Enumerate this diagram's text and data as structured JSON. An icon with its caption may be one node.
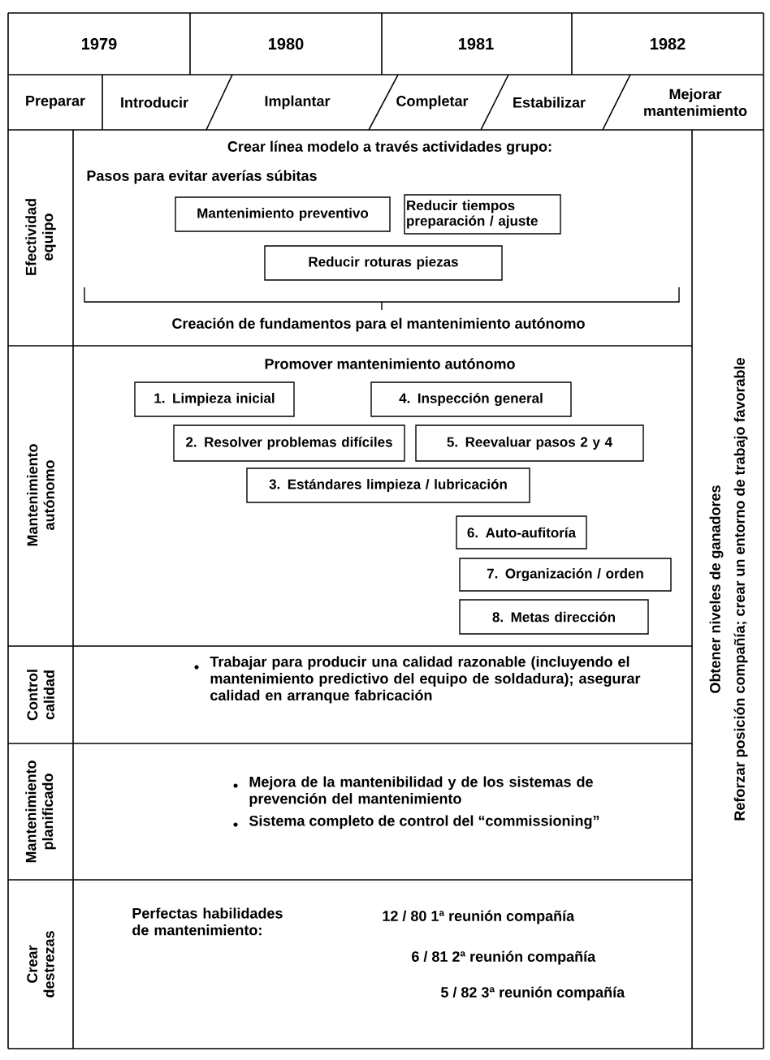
{
  "diagram": {
    "nodes": [
      {
        "text": [
          "Mantenimiento preventivo"
        ]
      },
      {
        "text": [
          "Reducir tiempos preparación / ajuste"
        ]
      },
      {
        "text": [
          "Reducir roturas piezas"
        ]
      },
      {
        "text": [
          "1. Limpieza inicial"
        ]
      },
      {
        "text": [
          "4. Inspección general"
        ]
      },
      {
        "text": [
          "2. Resolver problemas difíciles"
        ]
      },
      {
        "text": [
          "5. Reevaluar pasos 2 y 4"
        ]
      },
      {
        "text": [
          "3. Estándares limpieza / lubricación"
        ]
      },
      {
        "text": [
          "6. Auto-aufitoría"
        ]
      },
      {
        "text": [
          "7. Organización / orden"
        ]
      },
      {
        "text": [
          "8. Metas dirección"
        ]
      }
    ],
    "labels": [
      "1979",
      "1980",
      "1981",
      "1982",
      "Preparar",
      "Introducir",
      "Implantar",
      "Completar",
      "Estabilizar",
      "Mejorar mantenimiento",
      "Efectividad equipo",
      "Crear línea modelo a través actividades grupo:",
      "Pasos para evitar averías súbitas",
      "Creación de fundamentos para el mantenimiento autónomo",
      "Mantenimiento autónomo",
      "Promover mantenimiento autónomo",
      "Control calidad",
      "Trabajar para producir una calidad razonable (incluyendo el mantenimiento predictivo del equipo de soldadura); asegurar calidad en arranque fabricación",
      "Mantenimiento planificado",
      "Mejora de la mantenibilidad y de los sistemas de prevención del mantenimiento",
      "Sistema completo de control del “commissioning”",
      "Crear destrezas",
      "Perfectas habilidades de mantenimiento:",
      "12 / 80 1ª reunión compañía",
      "6 / 81 2ª reunión compañía",
      "5 / 82 3ª reunión compañía",
      "Obtener niveles de ganadores",
      "Reforzar posición compañía; crear un entorno de trabajo favorable"
    ]
  }
}
